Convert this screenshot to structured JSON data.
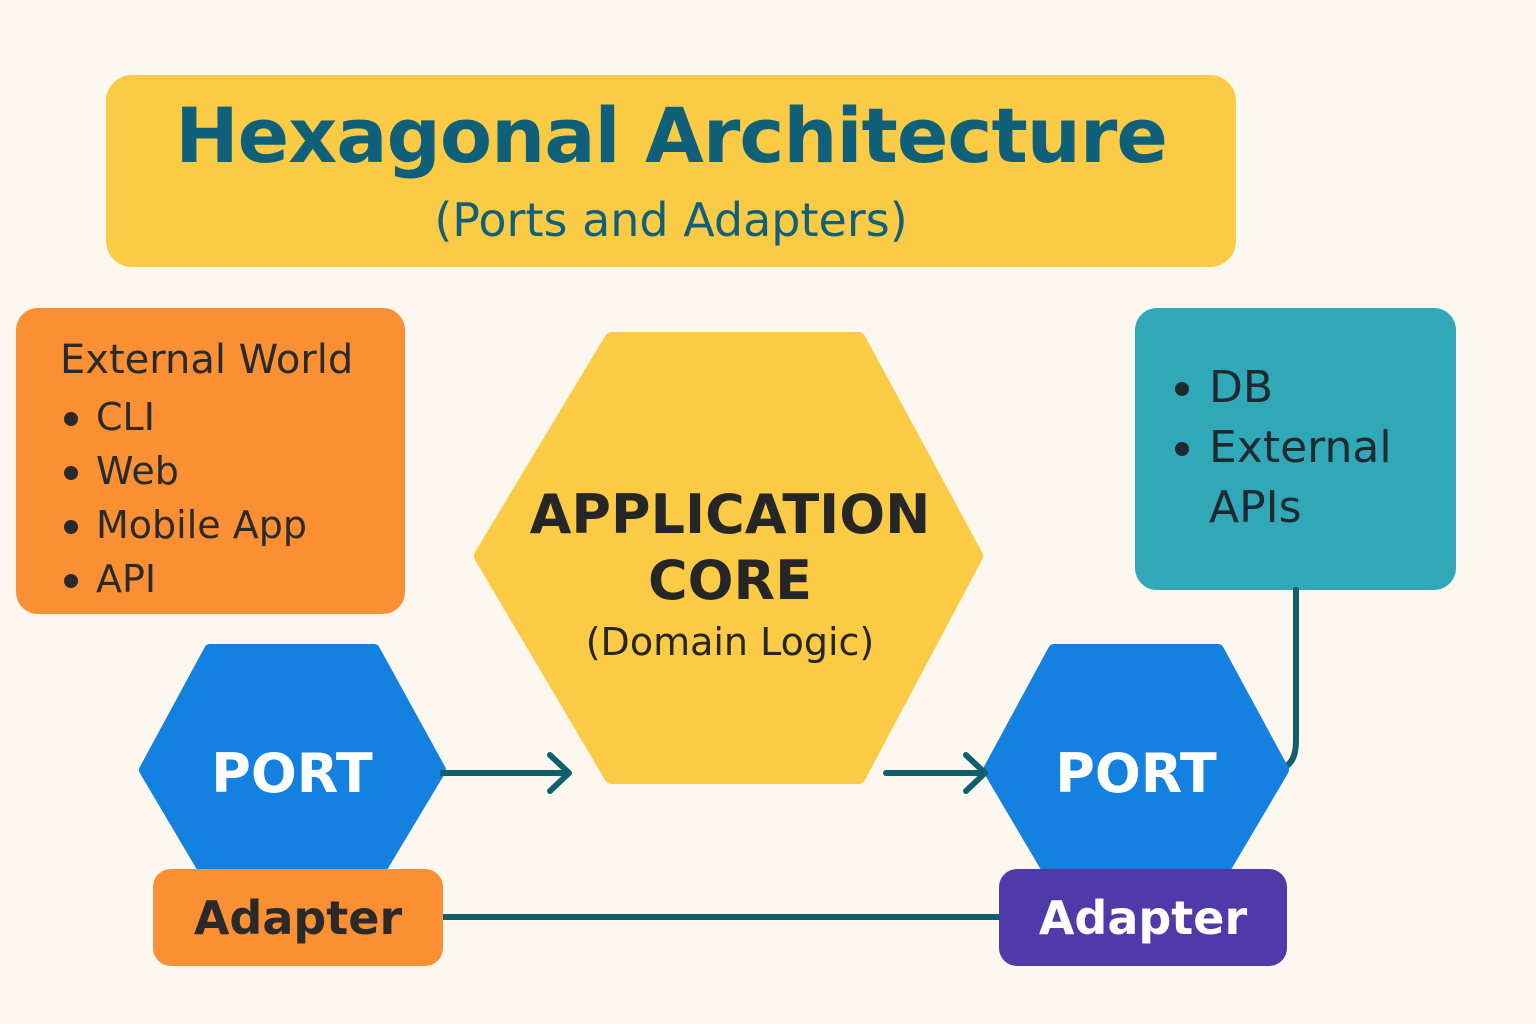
{
  "title": {
    "main": "Hexagonal Architecture",
    "subtitle": "(Ports and Adapters)"
  },
  "external_world": {
    "heading": "External World",
    "items": [
      "CLI",
      "Web",
      "Mobile App",
      "API"
    ]
  },
  "infrastructure": {
    "items": [
      "DB",
      "External APIs"
    ]
  },
  "core": {
    "line1": "APPLICATION",
    "line2": "CORE",
    "subtitle": "(Domain Logic)"
  },
  "ports": {
    "left_label": "PORT",
    "right_label": "PORT"
  },
  "adapters": {
    "left_label": "Adapter",
    "right_label": "Adapter"
  },
  "colors": {
    "title_banner": "#fccb45",
    "title_text": "#10607a",
    "external_box": "#fa8f33",
    "infra_box": "#31a8b7",
    "core_hex": "#fccb45",
    "port_hex": "#1480e0",
    "connector": "#12606e",
    "adapter_left": "#fa8f33",
    "adapter_right": "#4e3aa8"
  }
}
